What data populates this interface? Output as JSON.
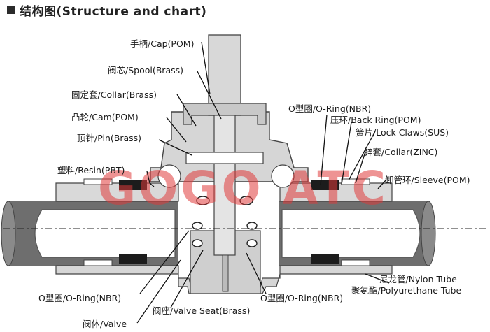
{
  "title": "结构图(Structure and chart)",
  "watermark": "GOGO ATC",
  "labels": {
    "cap": "手柄/Cap(POM)",
    "spool": "阀芯/Spool(Brass)",
    "collar_brass": "固定套/Collar(Brass)",
    "cam": "凸轮/Cam(POM)",
    "pin": "顶针/Pin(Brass)",
    "resin": "塑料/Resin(PBT)",
    "oring_top": "O型圈/O-Ring(NBR)",
    "back_ring": "压环/Back Ring(POM)",
    "lock_claws": "簧片/Lock Claws(SUS)",
    "collar_zinc": "锌套/Collar(ZINC)",
    "sleeve": "卸管环/Sleeve(POM)",
    "oring_left": "O型圈/O-Ring(NBR)",
    "valve_seat": "阀座/Valve Seat(Brass)",
    "oring_bottom": "O型圈/O-Ring(NBR)",
    "valve": "阀体/Valve",
    "nylon_tube": "尼龙管/Nylon Tube",
    "pu_tube": "聚氨酯/Polyurethane Tube"
  },
  "colors": {
    "body_fill": "#d6d6d6",
    "body_dark": "#9e9e9e",
    "tube_dark": "#6e6e6e",
    "tube_inner": "#ffffff",
    "seal_black": "#1c1c1c",
    "watermark": "#e03a3a"
  }
}
